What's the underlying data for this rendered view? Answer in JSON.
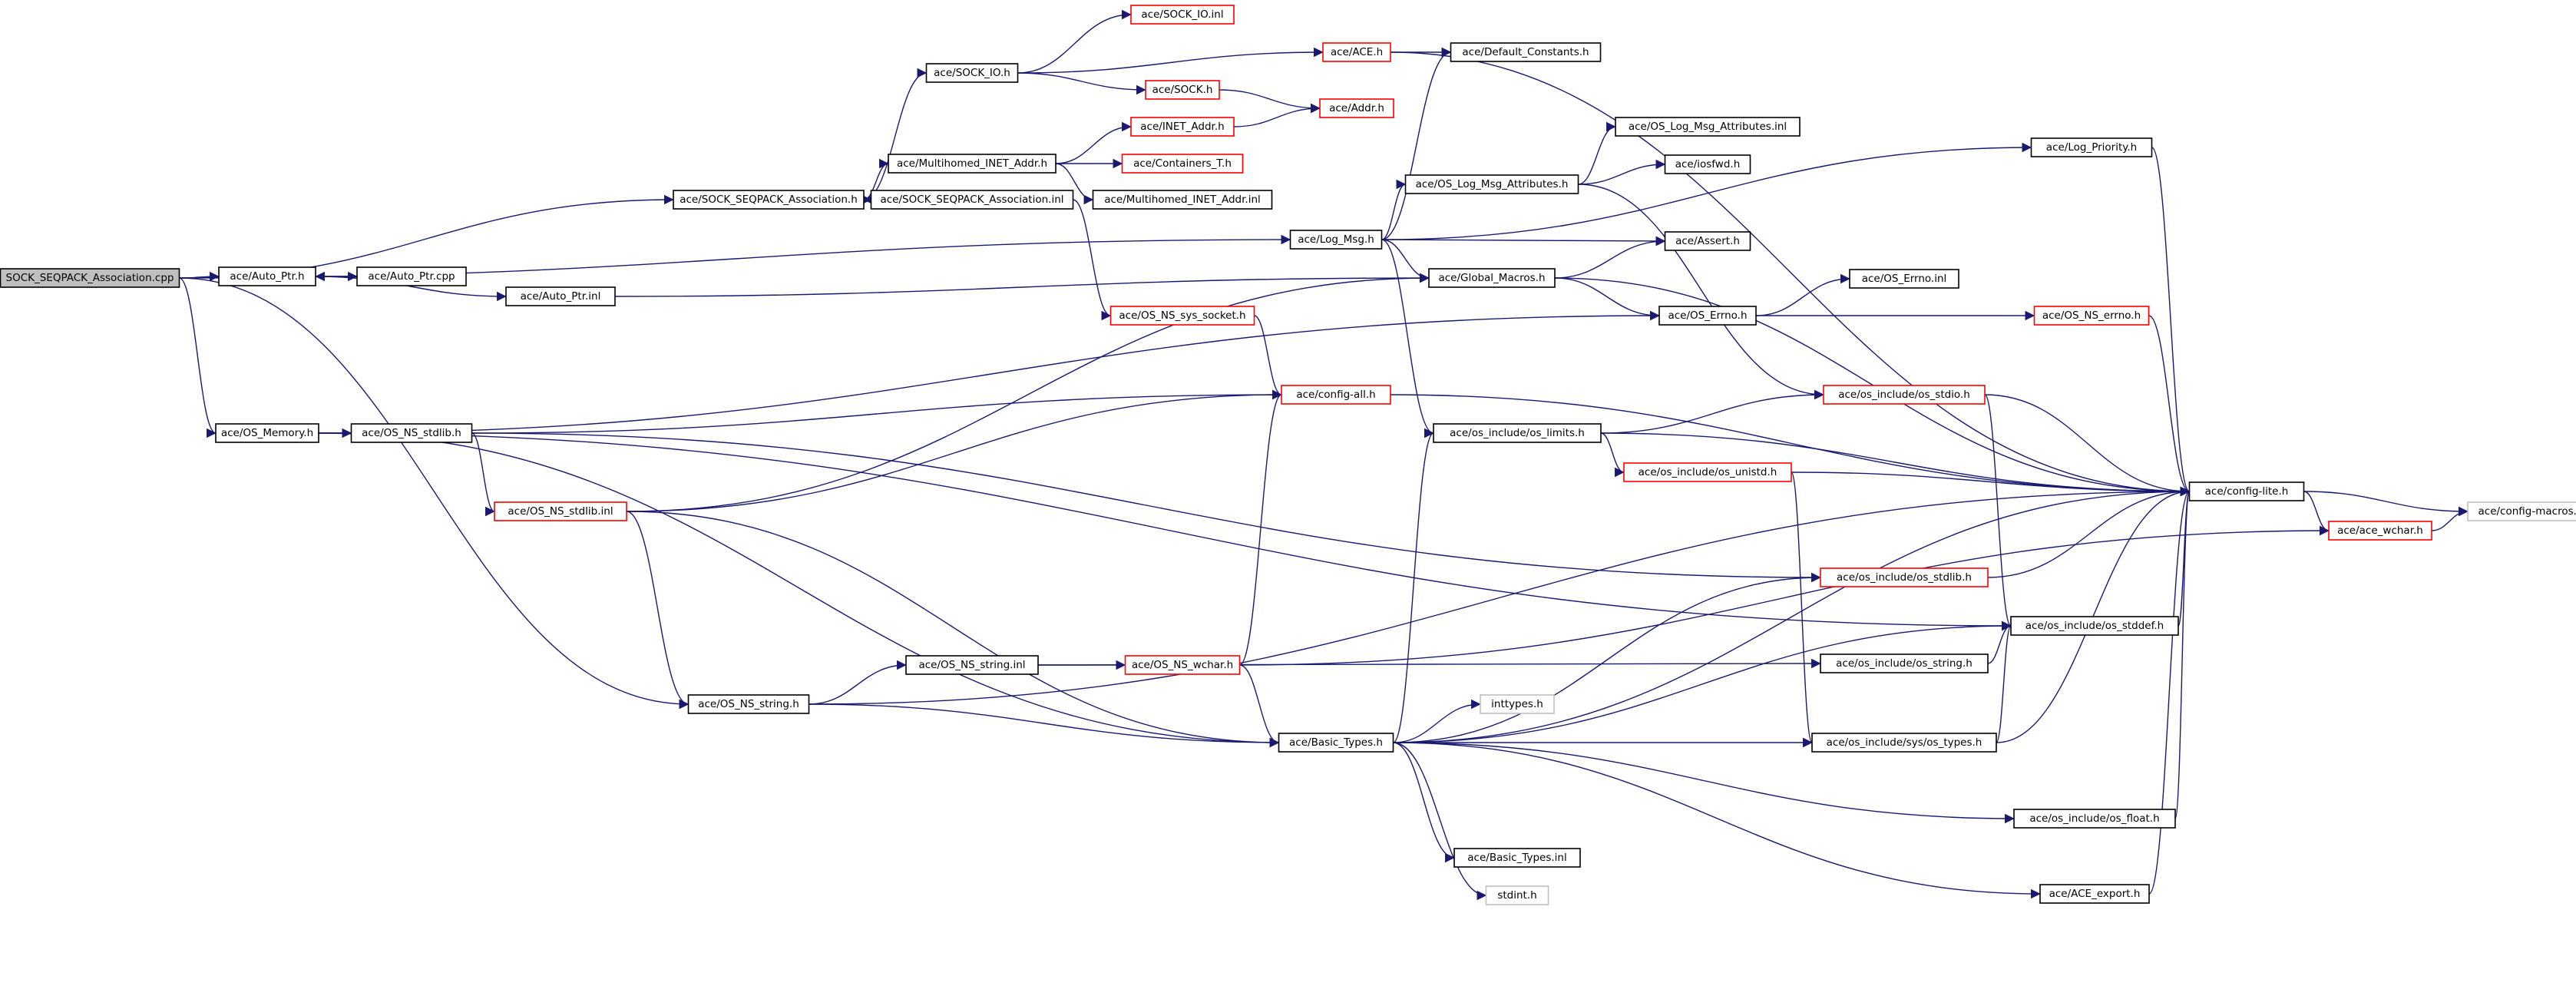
{
  "diagram": {
    "colors": {
      "root_fill": "#bfbfbf",
      "normal_border": "#000000",
      "truncated_border": "#ff0000",
      "external_border": "#bfbfbf",
      "edge": "#191970"
    },
    "nodes": [
      {
        "id": "root",
        "label": "SOCK_SEQPACK_Association.cpp",
        "kind": "root"
      },
      {
        "id": "sock_seqpack_h",
        "label": "ace/SOCK_SEQPACK_Association.h",
        "kind": "normal"
      },
      {
        "id": "sock_io_h",
        "label": "ace/SOCK_IO.h",
        "kind": "normal"
      },
      {
        "id": "sock_io_inl",
        "label": "ace/SOCK_IO.inl",
        "kind": "truncated"
      },
      {
        "id": "ace_h",
        "label": "ace/ACE.h",
        "kind": "truncated"
      },
      {
        "id": "sock_h",
        "label": "ace/SOCK.h",
        "kind": "truncated"
      },
      {
        "id": "addr_h",
        "label": "ace/Addr.h",
        "kind": "truncated"
      },
      {
        "id": "default_constants",
        "label": "ace/Default_Constants.h",
        "kind": "normal"
      },
      {
        "id": "inet_addr",
        "label": "ace/INET_Addr.h",
        "kind": "truncated"
      },
      {
        "id": "multihomed_h",
        "label": "ace/Multihomed_INET_Addr.h",
        "kind": "normal"
      },
      {
        "id": "containers_t",
        "label": "ace/Containers_T.h",
        "kind": "truncated"
      },
      {
        "id": "multihomed_inl",
        "label": "ace/Multihomed_INET_Addr.inl",
        "kind": "normal"
      },
      {
        "id": "sock_seqpack_inl",
        "label": "ace/SOCK_SEQPACK_Association.inl",
        "kind": "normal"
      },
      {
        "id": "log_msg_attr_inl",
        "label": "ace/OS_Log_Msg_Attributes.inl",
        "kind": "normal"
      },
      {
        "id": "log_priority",
        "label": "ace/Log_Priority.h",
        "kind": "normal"
      },
      {
        "id": "iosfwd",
        "label": "ace/iosfwd.h",
        "kind": "normal"
      },
      {
        "id": "log_msg_attr_h",
        "label": "ace/OS_Log_Msg_Attributes.h",
        "kind": "normal"
      },
      {
        "id": "log_msg",
        "label": "ace/Log_Msg.h",
        "kind": "normal"
      },
      {
        "id": "assert_h",
        "label": "ace/Assert.h",
        "kind": "normal"
      },
      {
        "id": "auto_ptr_h",
        "label": "ace/Auto_Ptr.h",
        "kind": "normal"
      },
      {
        "id": "auto_ptr_cpp",
        "label": "ace/Auto_Ptr.cpp",
        "kind": "normal"
      },
      {
        "id": "global_macros",
        "label": "ace/Global_Macros.h",
        "kind": "normal"
      },
      {
        "id": "os_errno_inl",
        "label": "ace/OS_Errno.inl",
        "kind": "normal"
      },
      {
        "id": "auto_ptr_inl",
        "label": "ace/Auto_Ptr.inl",
        "kind": "normal"
      },
      {
        "id": "os_ns_sys_socket",
        "label": "ace/OS_NS_sys_socket.h",
        "kind": "truncated"
      },
      {
        "id": "os_errno_h",
        "label": "ace/OS_Errno.h",
        "kind": "normal"
      },
      {
        "id": "os_ns_errno",
        "label": "ace/OS_NS_errno.h",
        "kind": "truncated"
      },
      {
        "id": "config_all",
        "label": "ace/config-all.h",
        "kind": "truncated"
      },
      {
        "id": "os_stdio",
        "label": "ace/os_include/os_stdio.h",
        "kind": "truncated"
      },
      {
        "id": "os_memory",
        "label": "ace/OS_Memory.h",
        "kind": "normal"
      },
      {
        "id": "os_ns_stdlib_h",
        "label": "ace/OS_NS_stdlib.h",
        "kind": "normal"
      },
      {
        "id": "os_limits",
        "label": "ace/os_include/os_limits.h",
        "kind": "normal"
      },
      {
        "id": "os_unistd",
        "label": "ace/os_include/os_unistd.h",
        "kind": "truncated"
      },
      {
        "id": "config_lite",
        "label": "ace/config-lite.h",
        "kind": "normal"
      },
      {
        "id": "config_macros",
        "label": "ace/config-macros.h",
        "kind": "external"
      },
      {
        "id": "os_ns_stdlib_inl",
        "label": "ace/OS_NS_stdlib.inl",
        "kind": "truncated"
      },
      {
        "id": "ace_wchar",
        "label": "ace/ace_wchar.h",
        "kind": "truncated"
      },
      {
        "id": "os_inc_stdlib",
        "label": "ace/os_include/os_stdlib.h",
        "kind": "truncated"
      },
      {
        "id": "os_stddef",
        "label": "ace/os_include/os_stddef.h",
        "kind": "normal"
      },
      {
        "id": "os_ns_string_inl",
        "label": "ace/OS_NS_string.inl",
        "kind": "normal"
      },
      {
        "id": "os_ns_wchar",
        "label": "ace/OS_NS_wchar.h",
        "kind": "truncated"
      },
      {
        "id": "os_inc_string",
        "label": "ace/os_include/os_string.h",
        "kind": "normal"
      },
      {
        "id": "os_ns_string_h",
        "label": "ace/OS_NS_string.h",
        "kind": "normal"
      },
      {
        "id": "inttypes",
        "label": "inttypes.h",
        "kind": "external"
      },
      {
        "id": "basic_types_h",
        "label": "ace/Basic_Types.h",
        "kind": "normal"
      },
      {
        "id": "sys_os_types",
        "label": "ace/os_include/sys/os_types.h",
        "kind": "normal"
      },
      {
        "id": "os_float",
        "label": "ace/os_include/os_float.h",
        "kind": "normal"
      },
      {
        "id": "basic_types_inl",
        "label": "ace/Basic_Types.inl",
        "kind": "normal"
      },
      {
        "id": "stdint",
        "label": "stdint.h",
        "kind": "external"
      },
      {
        "id": "ace_export",
        "label": "ace/ACE_export.h",
        "kind": "normal"
      }
    ],
    "edges": [
      [
        "root",
        "sock_seqpack_h"
      ],
      [
        "root",
        "log_msg"
      ],
      [
        "root",
        "auto_ptr_h"
      ],
      [
        "root",
        "os_memory"
      ],
      [
        "root",
        "os_ns_string_h"
      ],
      [
        "sock_seqpack_h",
        "sock_io_h"
      ],
      [
        "sock_seqpack_h",
        "multihomed_h"
      ],
      [
        "sock_seqpack_h",
        "sock_seqpack_inl"
      ],
      [
        "sock_io_h",
        "sock_io_inl"
      ],
      [
        "sock_io_h",
        "ace_h"
      ],
      [
        "sock_io_h",
        "sock_h"
      ],
      [
        "ace_h",
        "default_constants"
      ],
      [
        "ace_h",
        "config_lite"
      ],
      [
        "sock_h",
        "addr_h"
      ],
      [
        "multihomed_h",
        "inet_addr"
      ],
      [
        "multihomed_h",
        "containers_t"
      ],
      [
        "multihomed_h",
        "multihomed_inl"
      ],
      [
        "inet_addr",
        "addr_h"
      ],
      [
        "sock_seqpack_inl",
        "sock_seqpack_h"
      ],
      [
        "sock_seqpack_inl",
        "os_ns_sys_socket"
      ],
      [
        "log_msg",
        "default_constants"
      ],
      [
        "log_msg",
        "log_priority"
      ],
      [
        "log_msg",
        "log_msg_attr_h"
      ],
      [
        "log_msg",
        "assert_h"
      ],
      [
        "log_msg",
        "global_macros"
      ],
      [
        "log_msg",
        "os_limits"
      ],
      [
        "log_msg_attr_h",
        "log_msg_attr_inl"
      ],
      [
        "log_msg_attr_h",
        "iosfwd"
      ],
      [
        "log_msg_attr_h",
        "os_stdio"
      ],
      [
        "log_priority",
        "config_lite"
      ],
      [
        "auto_ptr_h",
        "auto_ptr_cpp"
      ],
      [
        "auto_ptr_h",
        "auto_ptr_inl"
      ],
      [
        "auto_ptr_cpp",
        "auto_ptr_h"
      ],
      [
        "auto_ptr_inl",
        "global_macros"
      ],
      [
        "global_macros",
        "assert_h"
      ],
      [
        "global_macros",
        "os_errno_h"
      ],
      [
        "global_macros",
        "config_lite"
      ],
      [
        "os_errno_h",
        "os_errno_inl"
      ],
      [
        "os_errno_h",
        "os_ns_errno"
      ],
      [
        "os_ns_errno",
        "config_lite"
      ],
      [
        "os_ns_sys_socket",
        "config_all"
      ],
      [
        "config_all",
        "config_lite"
      ],
      [
        "os_memory",
        "os_ns_stdlib_h"
      ],
      [
        "os_memory",
        "os_errno_h"
      ],
      [
        "os_memory",
        "basic_types_h"
      ],
      [
        "os_memory",
        "os_stddef"
      ],
      [
        "os_ns_stdlib_h",
        "config_all"
      ],
      [
        "os_ns_stdlib_h",
        "os_ns_stdlib_inl"
      ],
      [
        "os_ns_stdlib_h",
        "os_inc_stdlib"
      ],
      [
        "os_ns_stdlib_inl",
        "global_macros"
      ],
      [
        "os_ns_stdlib_inl",
        "config_all"
      ],
      [
        "os_ns_stdlib_inl",
        "os_ns_string_h"
      ],
      [
        "os_ns_stdlib_inl",
        "basic_types_h"
      ],
      [
        "os_limits",
        "os_stdio"
      ],
      [
        "os_limits",
        "os_unistd"
      ],
      [
        "os_limits",
        "config_lite"
      ],
      [
        "os_unistd",
        "config_lite"
      ],
      [
        "os_unistd",
        "sys_os_types"
      ],
      [
        "os_stdio",
        "os_stddef"
      ],
      [
        "os_stdio",
        "config_lite"
      ],
      [
        "config_lite",
        "config_macros"
      ],
      [
        "config_lite",
        "ace_wchar"
      ],
      [
        "ace_wchar",
        "config_macros"
      ],
      [
        "os_inc_stdlib",
        "config_lite"
      ],
      [
        "os_stddef",
        "config_lite"
      ],
      [
        "os_ns_string_h",
        "config_lite"
      ],
      [
        "os_ns_string_h",
        "os_ns_string_inl"
      ],
      [
        "os_ns_string_h",
        "basic_types_h"
      ],
      [
        "os_ns_string_inl",
        "os_ns_wchar"
      ],
      [
        "os_ns_string_inl",
        "os_inc_string"
      ],
      [
        "os_ns_wchar",
        "config_all"
      ],
      [
        "os_ns_wchar",
        "basic_types_h"
      ],
      [
        "os_ns_wchar",
        "ace_wchar"
      ],
      [
        "os_inc_string",
        "os_stddef"
      ],
      [
        "basic_types_h",
        "os_limits"
      ],
      [
        "basic_types_h",
        "os_inc_stdlib"
      ],
      [
        "basic_types_h",
        "os_stddef"
      ],
      [
        "basic_types_h",
        "inttypes"
      ],
      [
        "basic_types_h",
        "sys_os_types"
      ],
      [
        "basic_types_h",
        "os_float"
      ],
      [
        "basic_types_h",
        "basic_types_inl"
      ],
      [
        "basic_types_h",
        "stdint"
      ],
      [
        "basic_types_h",
        "ace_export"
      ],
      [
        "basic_types_h",
        "config_lite"
      ],
      [
        "sys_os_types",
        "os_stddef"
      ],
      [
        "sys_os_types",
        "config_lite"
      ],
      [
        "os_float",
        "config_lite"
      ],
      [
        "ace_export",
        "config_lite"
      ]
    ]
  }
}
